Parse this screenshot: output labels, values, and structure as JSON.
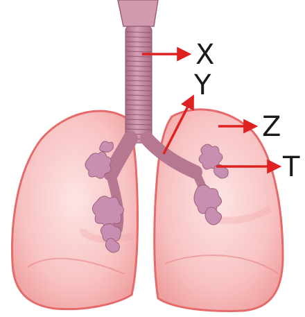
{
  "labels": {
    "x": "X",
    "y": "Y",
    "z": "Z",
    "t": "T"
  },
  "colors": {
    "lung_fill": "#f7b9b9",
    "lung_outline": "#e56a6a",
    "airway": "#c98aa3",
    "airway_ring": "#9d5f78",
    "bronchiole": "#c98fb2",
    "arrow": "#e02121"
  }
}
